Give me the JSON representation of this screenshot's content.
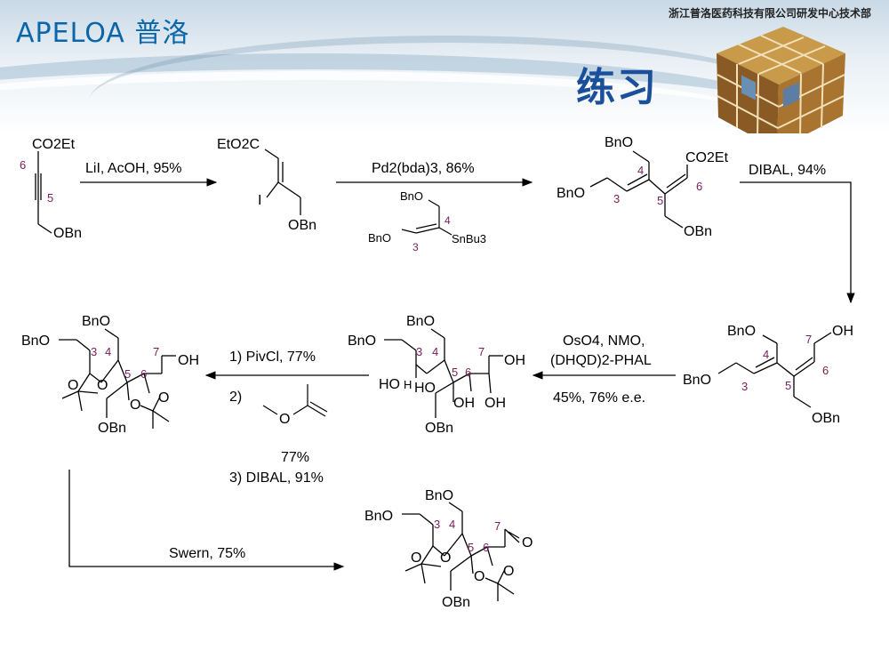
{
  "header": {
    "logo": "APELOA 普洛",
    "company": "浙江普洛医药科技有限公司研发中心技术部",
    "title": "练习"
  },
  "scheme": {
    "sm": {
      "co2et": "CO2Et",
      "c6": "6",
      "c5": "5",
      "obn": "OBn"
    },
    "arrow1": {
      "reagent": "LiI, AcOH, 95%"
    },
    "int1": {
      "eto2c": "EtO2C",
      "i": "I",
      "obn": "OBn"
    },
    "arrow2": {
      "reagent": "Pd2(bda)3, 86%"
    },
    "stannane": {
      "bno_top": "BnO",
      "bno_left": "BnO",
      "c4": "4",
      "c3": "3",
      "sn": "SnBu3"
    },
    "diene_ester": {
      "bno_top": "BnO",
      "bno_left": "BnO",
      "co2et": "CO2Et",
      "c4": "4",
      "c3": "3",
      "c5": "5",
      "c6": "6",
      "obn": "OBn"
    },
    "arrow3": {
      "reagent": "DIBAL, 94%"
    },
    "diene_alcohol": {
      "bno_top": "BnO",
      "oh": "OH",
      "bno_left": "BnO",
      "c7": "7",
      "c4": "4",
      "c6": "6",
      "c3": "3",
      "c5": "5",
      "obn": "OBn"
    },
    "arrow4": {
      "line1": "OsO4, NMO,",
      "line2": "(DHQD)2-PHAL",
      "line3": "45%, 76% e.e."
    },
    "tetraol": {
      "bno_top": "BnO",
      "bno_left": "BnO",
      "oh": "OH",
      "c3": "3",
      "c4": "4",
      "c7": "7",
      "c5": "5",
      "c6": "6",
      "ho1": "HO",
      "h1": "H",
      "ho2": "HO",
      "oh2": "OH",
      "oh3": "OH",
      "obn": "OBn"
    },
    "arrow5": {
      "step1": "1) PivCl, 77%",
      "step2": "2)",
      "yield2": "77%",
      "step3": "3) DIBAL, 91%"
    },
    "acetonide_alcohol": {
      "bno_top": "BnO",
      "bno_left": "BnO",
      "oh": "OH",
      "c3": "3",
      "c4": "4",
      "c7": "7",
      "c5": "5",
      "c6": "6",
      "o": "O",
      "obn": "OBn"
    },
    "arrow6": {
      "reagent": "Swern, 75%"
    },
    "aldehyde": {
      "bno_top": "BnO",
      "bno_left": "BnO",
      "c7": "7",
      "c3": "3",
      "c4": "4",
      "c5": "5",
      "c6": "6",
      "o": "O",
      "obn": "OBn"
    }
  },
  "colors": {
    "title": "#1a4f9c",
    "logo": "#0a66a8",
    "locant": "#7a1f5c",
    "bond": "#000000"
  }
}
